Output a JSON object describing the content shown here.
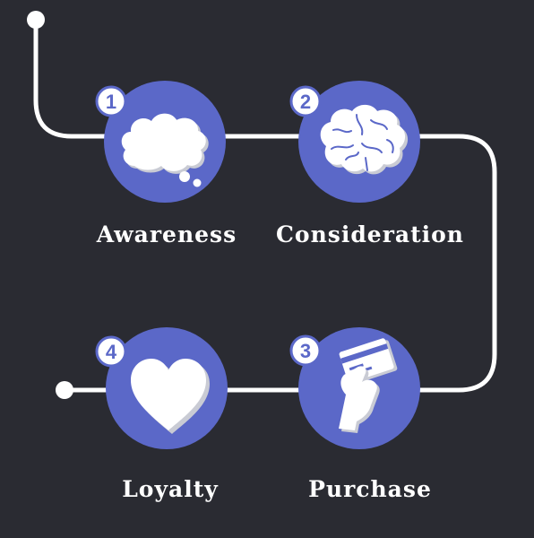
{
  "colors": {
    "background": "#2a2b32",
    "path": "#ffffff",
    "circle_fill": "#5b68c8",
    "icon_fill": "#ffffff",
    "icon_shadow": "#c9cbd4",
    "number_text": "#5b68c8"
  },
  "steps": [
    {
      "number": "1",
      "label": "Awareness",
      "icon": "thought-cloud-icon"
    },
    {
      "number": "2",
      "label": "Consideration",
      "icon": "brain-icon"
    },
    {
      "number": "3",
      "label": "Purchase",
      "icon": "hand-holding-card-icon"
    },
    {
      "number": "4",
      "label": "Loyalty",
      "icon": "heart-icon"
    }
  ]
}
